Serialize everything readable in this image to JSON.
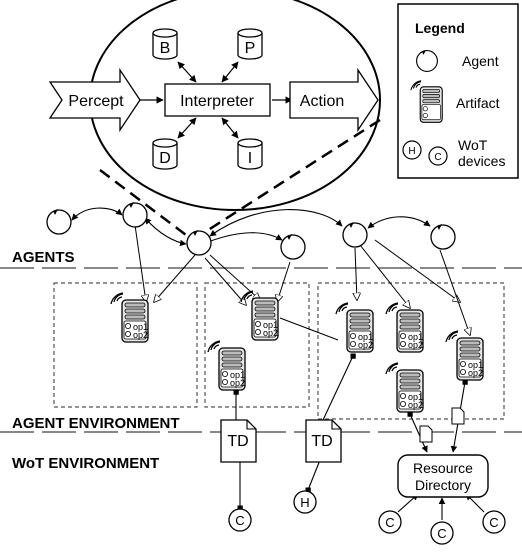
{
  "bdi": {
    "interpreter": "Interpreter",
    "percept": "Percept",
    "action": "Action",
    "beliefs": "B",
    "plans": "P",
    "desires": "D",
    "intentions": "I"
  },
  "legend": {
    "title": "Legend",
    "agent": "Agent",
    "artifact": "Artifact",
    "wot_line1": "WoT",
    "wot_line2": "devices",
    "h_label": "H",
    "c_label": "C"
  },
  "sections": {
    "agents": "AGENTS",
    "agent_environment": "AGENT ENVIRONMENT",
    "wot_environment": "WoT ENVIRONMENT"
  },
  "artifact_ops": {
    "op1": "op1",
    "op2": "op2"
  },
  "td_label": "TD",
  "resource_directory": {
    "line1": "Resource",
    "line2": "Directory"
  },
  "devices": {
    "h": "H",
    "c": "C"
  },
  "colors": {
    "stroke": "#000000",
    "artifact_fill": "#d9d9d9",
    "divider": "#888888"
  }
}
